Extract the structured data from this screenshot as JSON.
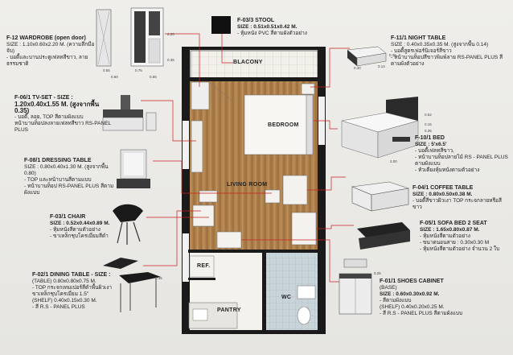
{
  "rooms": {
    "balcony": "BLACONY",
    "bedroom": "BEDROOM",
    "living": "LIVING ROOM",
    "ref": "REF.",
    "wc": "WC",
    "pantry": "PANTRY"
  },
  "callouts": {
    "wardrobe": {
      "code": "F-12 WARDROBE (open door)",
      "l1": "SIZE : 1.10x0.60x2.20 M. (ความลึกมือจับ)",
      "l2": "- บอดี้และบานประตูเฟลทสีขาว, ลายธรรมชาติ"
    },
    "stool": {
      "code": "F-03/3 STOOL",
      "l1": "SIZE : 0.51x0.51x0.42 M.",
      "l2": "- หุ้มหนัง PVC สีตามผังตัวอย่าง"
    },
    "night_table": {
      "code": "F-11/1 NIGHT TABLE",
      "l1": "SIZE : 0.40x0.35x0.35 M. (สูงจากพื้น 0.14)",
      "l2": "- บอดี้สูตรเฟอร์นิเจอร์สีขาว",
      "l3": "- หน้าบานท็อปสีขาวพิมพ์ลาย RS-PANEL PLUS สีตามผังตัวอย่าง"
    },
    "tv_set": {
      "code": "F-06/1 TV-SET - SIZE :",
      "l1": "1.20x0.40x1.55 M. (สูงจากพื้น 0.35)",
      "l2": "- บอดี้, ลอย, TOP สีตามผังแบบ",
      "l3": "หน้าบานท็อปลงลายเฟลทสีขาว RS-PANEL PLUS"
    },
    "bed": {
      "code": "F-10/1 BED",
      "l1": "SIZE : 5'x6.5'",
      "l2": "- บอดี้เฟลทสีขาว,",
      "l3": "- หน้าบานท็อปลายไม้ RS - PANEL PLUS ตามผังแบบ",
      "l4": "- หัวเตียงหุ้มหนังตามตัวอย่าง"
    },
    "dressing": {
      "code": "F-08/1 DRESSING TABLE",
      "l1": "SIZE : 0.80x0.40x1.30 M. (สูงจากพื้น 0.80)",
      "l2": "- TOP และหน้าบานสีตามแบบ",
      "l3": "- หน้าบานท็อป RS-PANEL PLUS สีตามผังแบบ"
    },
    "coffee": {
      "code": "F-04/1 COFFEE TABLE",
      "l1": "SIZE : 0.80x0.50x0.38 M.",
      "l2": "- บอดี้สีขาวผิวเงา TOP กระจกลายหรือสีขาว"
    },
    "chair": {
      "code": "F-03/1 CHAIR",
      "l1": "SIZE : 0.52x0.44x0.89 M.",
      "l2": "- หุ้มหนังสีตามตัวอย่าง",
      "l3": "- ขาเหล็กชุบโครเมี่ยมสีดำ"
    },
    "sofa": {
      "code": "F-05/1 SOFA BED 2 SEAT",
      "l1": "SIZE : 1.65x0.80x0.87 M.",
      "l2": "- หุ้มหนังสีตามตัวอย่าง",
      "l3": "- ขนาดนอนสาย : 0.30x0.30 M",
      "l4": "- หุ้มหนังสีตามตัวอย่าง จำนวน 2 ใบ"
    },
    "dining": {
      "code": "F-02/1 DINING TABLE - SIZE :",
      "l1": "(TABLE) 0.80x0.80x0.75 M.",
      "l2": "- TOP กระจกเทมเปอร์สีดำพื้นผิวเงา",
      "l3": "ขาเหล็กชุบโครเมี่ยม 1.5\"",
      "l4": "(SHELF) 0.40x0.15x0.30 M.",
      "l5": "- สี R.S - PANEL PLUS"
    },
    "shoes": {
      "code": "F-01/1 SHOES CABINET",
      "l0": "(BASE)",
      "l1": "SIZE : 0.60x0.30x0.92 M.",
      "l2": "- สีตามผังแบบ",
      "l3": "(SHELF) 0.40x0.20x0.25 M.",
      "l4": "- สี R.S - PANEL PLUS สีตามผังแบบ"
    }
  },
  "dims": {
    "w_a": "0.55",
    "w_b": "0.60",
    "w_c": "0.75",
    "w_d": "0.65",
    "w_e": "2.20",
    "w_f": "0.35",
    "n_a": "0.40",
    "n_b": "0.14",
    "n_c": "0.35",
    "b_a": "0.62",
    "b_b": "0.15",
    "b_c": "0.35",
    "b_d": "2.00",
    "d_a": "0.35",
    "s_a": "0.25"
  }
}
